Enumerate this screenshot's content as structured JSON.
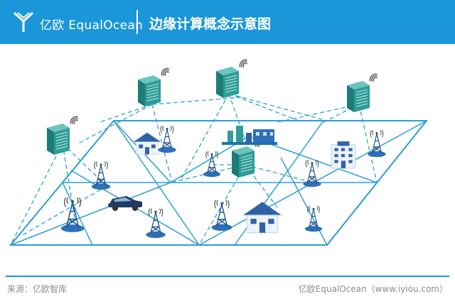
{
  "header": {
    "brand": "亿欧 EqualOcean",
    "title": "边缘计算概念示意图"
  },
  "footer": {
    "source": "来源：亿欧智库",
    "credit": "亿欧EqualOcean（www.iyiou.com）"
  },
  "colors": {
    "header_bg": "#1a96d9",
    "grid_line": "#2a9fd6",
    "server_body": "#2e9c98",
    "tower": "#1d6fb0",
    "tower_base": "#2f6fb7",
    "house_roof": "#2f63a8",
    "car": "#1f3b63",
    "footer_text": "#8c8c8c"
  },
  "icons": [
    "server-icon",
    "cell-tower-icon",
    "house-icon",
    "apartment-building-icon",
    "factory-icon",
    "car-icon",
    "wifi-signal-icon"
  ]
}
